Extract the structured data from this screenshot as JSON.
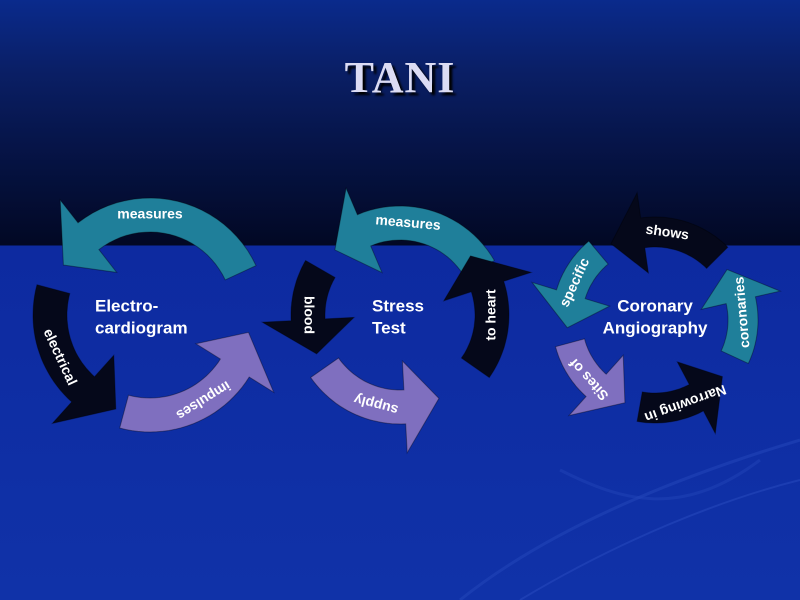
{
  "slide": {
    "title": "TANI"
  },
  "colors": {
    "teal": "#1f7f9a",
    "lavender": "#7f6fbf",
    "black": "#05081a",
    "background_top": "#0a2a8c",
    "background_bottom": "#1032a8"
  },
  "cycles": [
    {
      "center_lines": [
        "Electro-",
        "cardiogram"
      ],
      "arrows": [
        {
          "label": "measures",
          "color": "teal"
        },
        {
          "label": "electrical",
          "color": "black"
        },
        {
          "label": "impulses",
          "color": "lavender"
        }
      ]
    },
    {
      "center_lines": [
        "Stress",
        "Test"
      ],
      "arrows": [
        {
          "label": "measures",
          "color": "teal"
        },
        {
          "label": "blood",
          "color": "black"
        },
        {
          "label": "supply",
          "color": "lavender"
        },
        {
          "label": "to heart",
          "color": "black"
        }
      ]
    },
    {
      "center_lines": [
        "Coronary",
        "Angiography"
      ],
      "arrows": [
        {
          "label": "shows",
          "color": "black"
        },
        {
          "label": "specific",
          "color": "teal"
        },
        {
          "label": "Sites of",
          "color": "lavender"
        },
        {
          "label": "Narrowing in",
          "color": "black"
        },
        {
          "label": "coronaries",
          "color": "teal"
        }
      ]
    }
  ]
}
